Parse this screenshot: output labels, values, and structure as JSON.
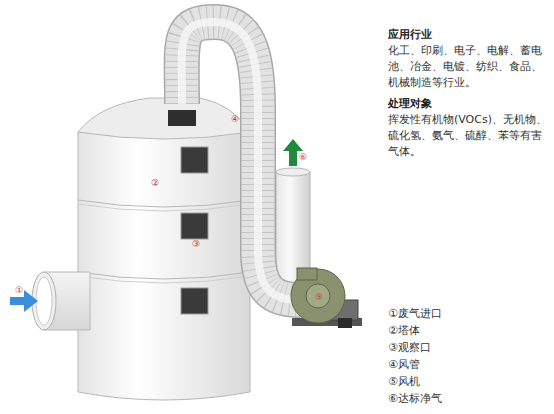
{
  "diagram": {
    "labels": [
      "①",
      "②",
      "③",
      "④",
      "⑤",
      "⑥",
      "应用行业",
      "化工、印刷、电子、电解、蓄电池、冶金、电镀、纺织、食品、机械制造等行业。",
      "处理对象",
      "挥发性有机物(VOCs)、无机物、硫化氢、氨气、硫醇、苯等有害气体。",
      "①废气进口",
      "②塔体",
      "③观察口",
      "④风管",
      "⑤风机",
      "⑥达标净气"
    ]
  }
}
